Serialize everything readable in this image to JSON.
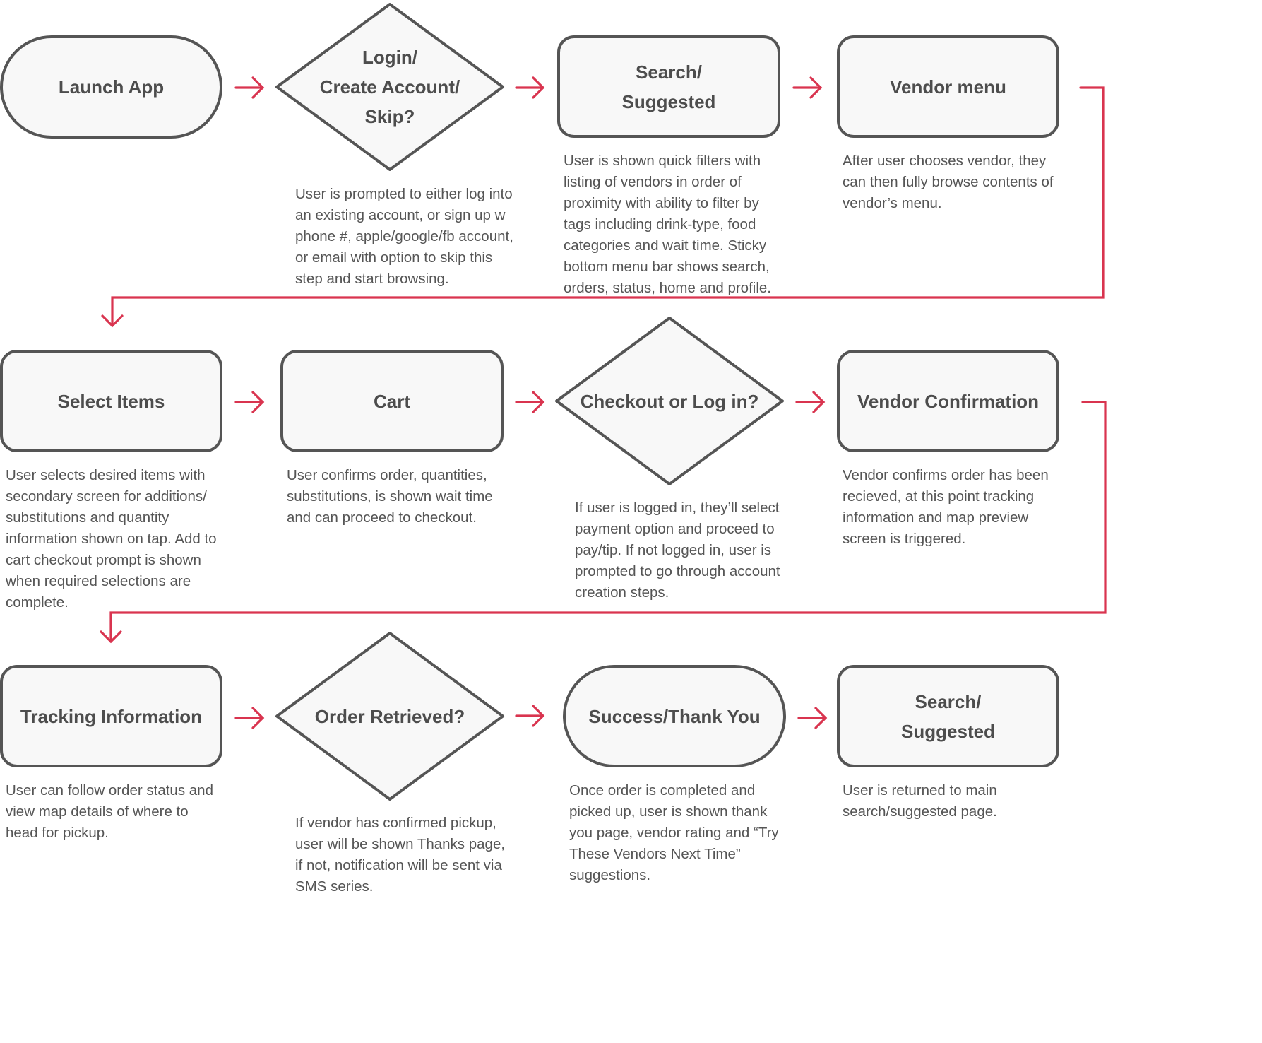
{
  "colors": {
    "accent": "#d9344f",
    "stroke": "#555555",
    "fill": "#f8f8f8",
    "text": "#4d4d4d",
    "desc": "#555555"
  },
  "nodes": [
    {
      "id": "launch-app",
      "shape": "terminal",
      "label": "Launch App",
      "description": ""
    },
    {
      "id": "login",
      "shape": "decision",
      "label": "Login/\nCreate Account/\nSkip?",
      "description": "User is prompted to either log into an existing account, or sign up w phone #, apple/google/fb account, or email with option to skip this step and start browsing."
    },
    {
      "id": "search-suggested",
      "shape": "process",
      "label": "Search/\nSuggested",
      "description": "User is shown quick filters with listing of vendors in order of proximity with ability to filter by tags including drink-type, food categories and wait time. Sticky bottom menu bar shows search, orders, status, home and profile."
    },
    {
      "id": "vendor-menu",
      "shape": "process",
      "label": "Vendor menu",
      "description": "After user chooses vendor, they can then fully browse contents of vendor’s menu."
    },
    {
      "id": "select-items",
      "shape": "process",
      "label": "Select Items",
      "description": "User selects desired items with secondary screen for additions/ substitutions and quantity information shown on tap. Add to cart checkout prompt is shown when required selections are complete."
    },
    {
      "id": "cart",
      "shape": "process",
      "label": "Cart",
      "description": "User confirms order, quantities, substitutions, is shown wait time and can proceed to checkout."
    },
    {
      "id": "checkout-login",
      "shape": "decision",
      "label": "Checkout or Log in?",
      "description": "If user is logged in, they’ll select payment option and proceed to pay/tip. If not logged in, user is prompted to go through account creation steps."
    },
    {
      "id": "vendor-confirmation",
      "shape": "process",
      "label": "Vendor Confirmation",
      "description": "Vendor confirms order has been recieved, at this point tracking information and map preview screen is triggered."
    },
    {
      "id": "tracking-information",
      "shape": "process",
      "label": "Tracking Information",
      "description": "User can follow order status and view map details of where to head for pickup."
    },
    {
      "id": "order-retrieved",
      "shape": "decision",
      "label": "Order Retrieved?",
      "description": "If vendor has confirmed pickup, user will be shown Thanks page, if not, notification will be sent via SMS series."
    },
    {
      "id": "success-thank-you",
      "shape": "terminal",
      "label": "Success/Thank You",
      "description": "Once order is completed and picked up, user is shown thank you page, vendor rating and “Try These Vendors Next Time” suggestions."
    },
    {
      "id": "search-suggested-return",
      "shape": "process",
      "label": "Search/\nSuggested",
      "description": "User is returned to main search/suggested page."
    }
  ],
  "edges": [
    {
      "from": "launch-app",
      "to": "login"
    },
    {
      "from": "login",
      "to": "search-suggested"
    },
    {
      "from": "search-suggested",
      "to": "vendor-menu"
    },
    {
      "from": "vendor-menu",
      "to": "select-items"
    },
    {
      "from": "select-items",
      "to": "cart"
    },
    {
      "from": "cart",
      "to": "checkout-login"
    },
    {
      "from": "checkout-login",
      "to": "vendor-confirmation"
    },
    {
      "from": "vendor-confirmation",
      "to": "tracking-information"
    },
    {
      "from": "tracking-information",
      "to": "order-retrieved"
    },
    {
      "from": "order-retrieved",
      "to": "success-thank-you"
    },
    {
      "from": "success-thank-you",
      "to": "search-suggested-return"
    }
  ]
}
